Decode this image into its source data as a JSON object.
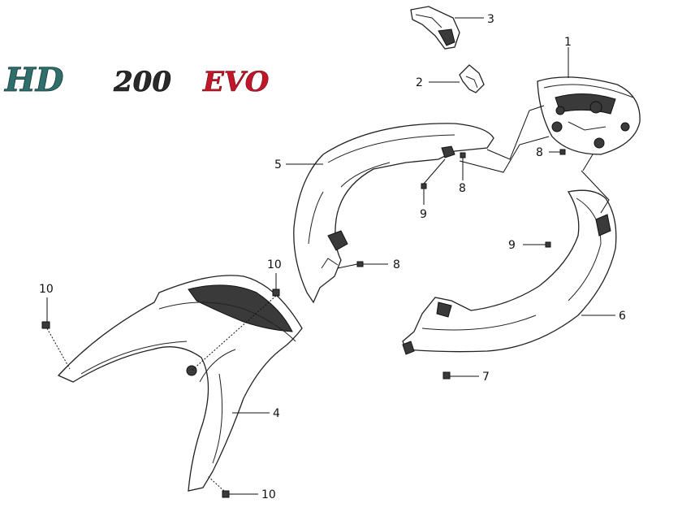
{
  "logo": {
    "model": "HD",
    "displacement": "200",
    "suffix": "EVO"
  },
  "colors": {
    "logo_model": "#2f6e6a",
    "logo_displacement": "#2a2a2a",
    "logo_suffix": "#c0182a"
  },
  "callouts": {
    "p1": "1",
    "p2": "2",
    "p3": "3",
    "p4": "4",
    "p5": "5",
    "p6": "6",
    "p7": "7",
    "p8a": "8",
    "p8b": "8",
    "p8c": "8",
    "p9a": "9",
    "p9b": "9",
    "p10a": "10",
    "p10b": "10",
    "p10c": "10"
  }
}
